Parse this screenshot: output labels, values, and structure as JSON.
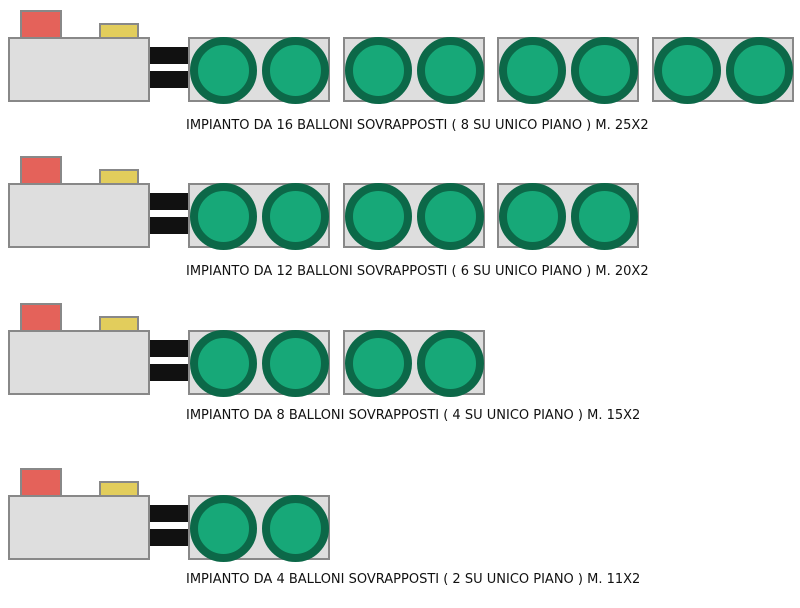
{
  "colors": {
    "compressor": "#dedede",
    "red_box": "#e4625a",
    "yellow_box": "#e2cd5c",
    "balloon_fill": "#17a878",
    "balloon_ring": "#0c6848",
    "pipe": "#111111"
  },
  "rows": [
    {
      "modules": 4,
      "label": "IMPIANTO DA 16 BALLONI SOVRAPPOSTI ( 8 SU UNICO PIANO ) M. 25X2"
    },
    {
      "modules": 3,
      "label": "IMPIANTO DA 12 BALLONI SOVRAPPOSTI ( 6 SU UNICO PIANO ) M. 20X2"
    },
    {
      "modules": 2,
      "label": "IMPIANTO DA 8 BALLONI SOVRAPPOSTI ( 4 SU UNICO PIANO ) M. 15X2"
    },
    {
      "modules": 1,
      "label": "IMPIANTO DA 4 BALLONI SOVRAPPOSTI ( 2 SU UNICO PIANO ) M. 11X2"
    }
  ]
}
